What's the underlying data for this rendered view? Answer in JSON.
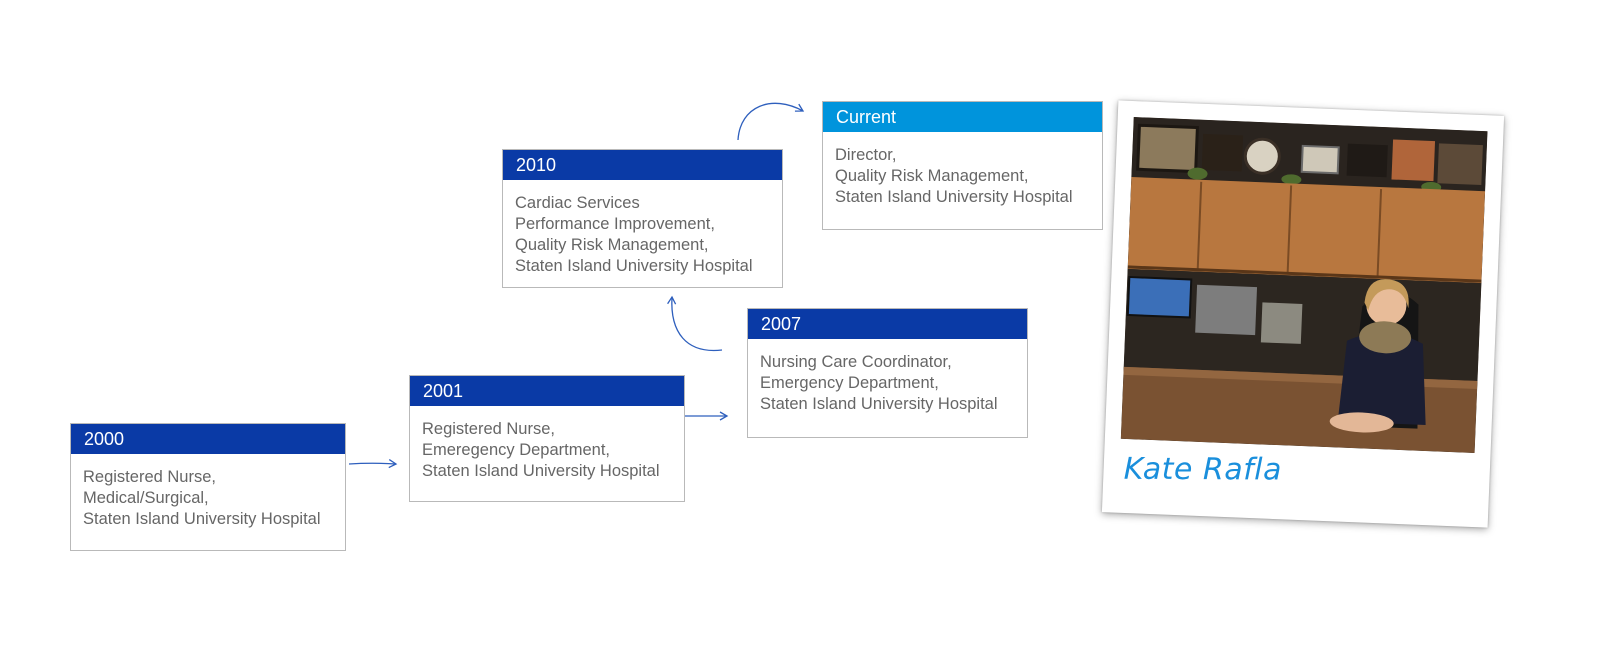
{
  "timeline": [
    {
      "year": "2000",
      "lines": [
        "Registered Nurse,",
        "Medical/Surgical,",
        "Staten Island University Hospital"
      ]
    },
    {
      "year": "2001",
      "lines": [
        "Registered Nurse,",
        "Emeregency Department,",
        "Staten Island University Hospital"
      ]
    },
    {
      "year": "2007",
      "lines": [
        "Nursing Care Coordinator,",
        "Emergency Department,",
        "Staten Island University Hospital"
      ]
    },
    {
      "year": "2010",
      "lines": [
        "Cardiac Services",
        "Performance Improvement,",
        "Quality Risk Management,",
        "Staten Island University Hospital"
      ]
    },
    {
      "year": "Current",
      "lines": [
        "Director,",
        "Quality Risk Management,",
        "Staten Island University Hospital"
      ]
    }
  ],
  "photo": {
    "caption": "Kate Rafla"
  },
  "colors": {
    "header_blue": "#0a3aa6",
    "header_current": "#0094dc",
    "arrow": "#2e5fbd",
    "caption": "#1a8fdc"
  }
}
